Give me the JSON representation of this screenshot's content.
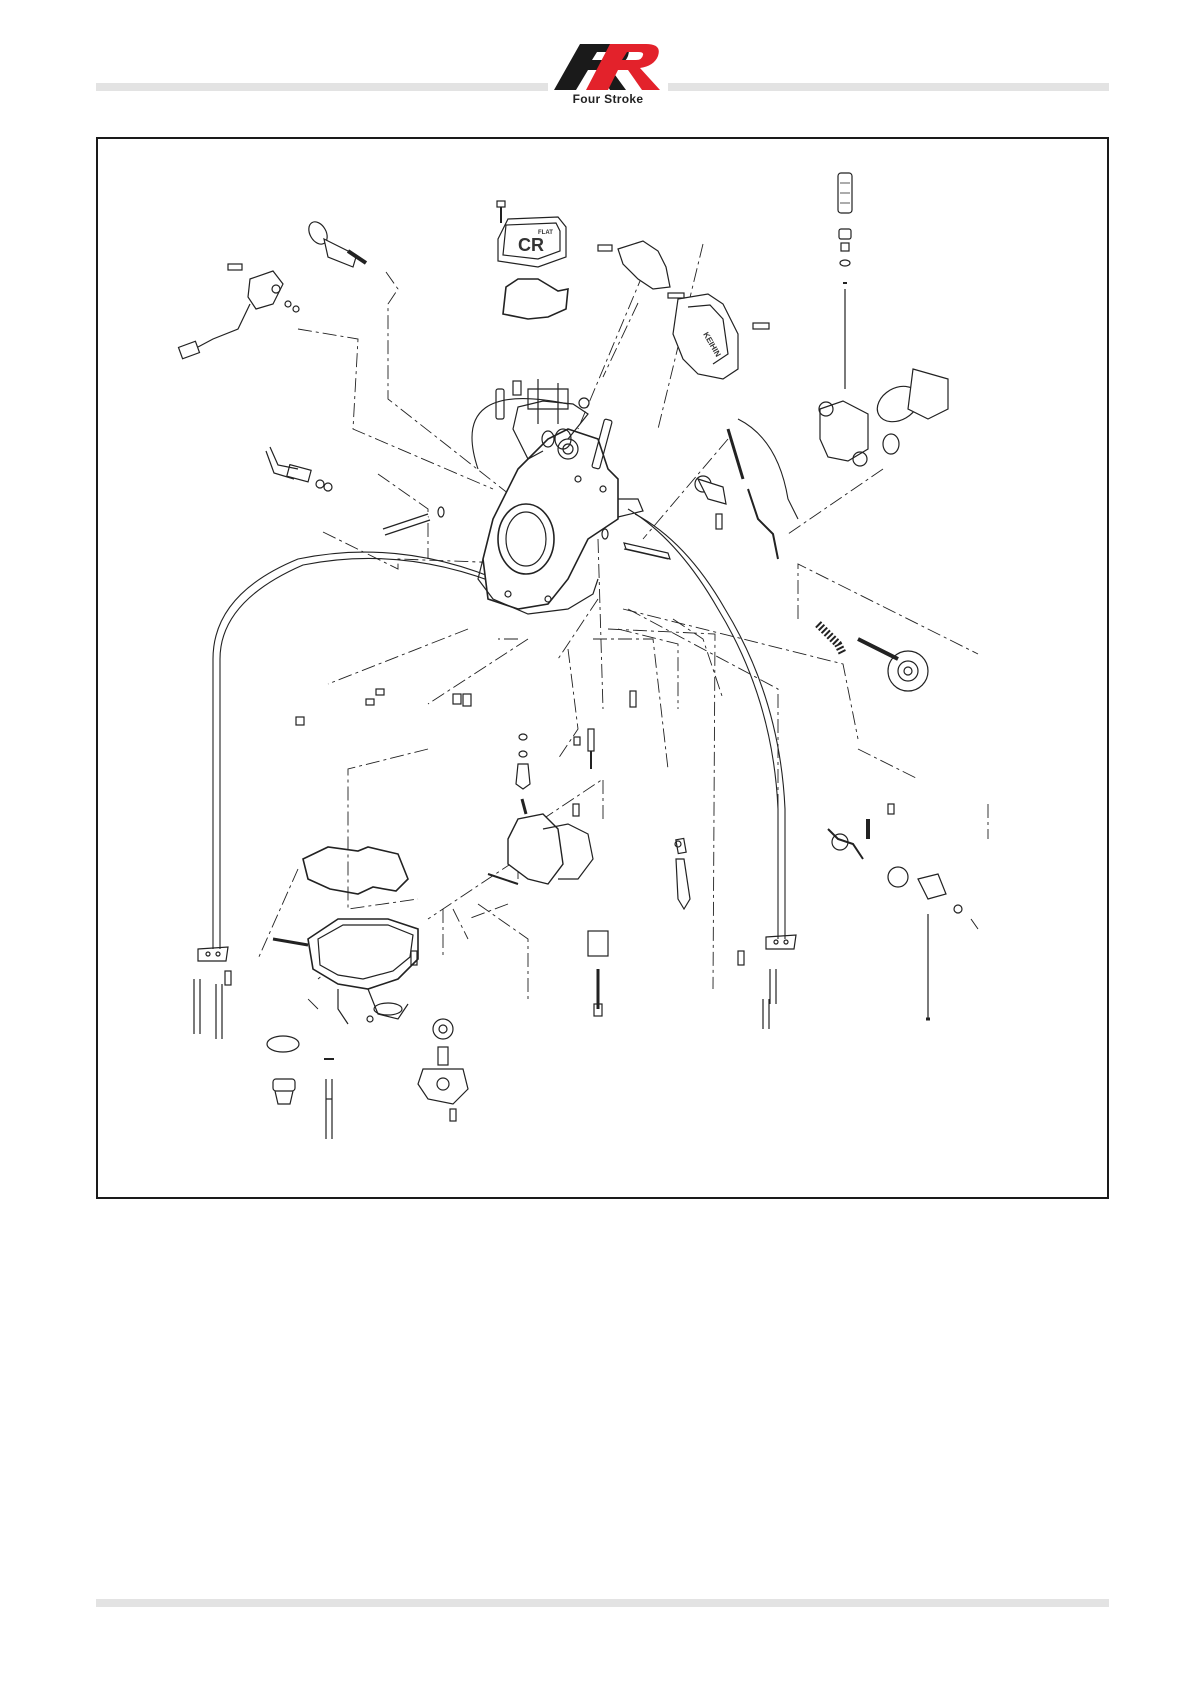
{
  "header": {
    "logo_text": "Four Stroke",
    "logo_colors": {
      "primary": "#e3222b",
      "secondary": "#1a1a1a"
    }
  },
  "diagram": {
    "cover_label_main": "CR",
    "cover_label_small": "FLAT",
    "cover2_label": "KEIHIN"
  }
}
